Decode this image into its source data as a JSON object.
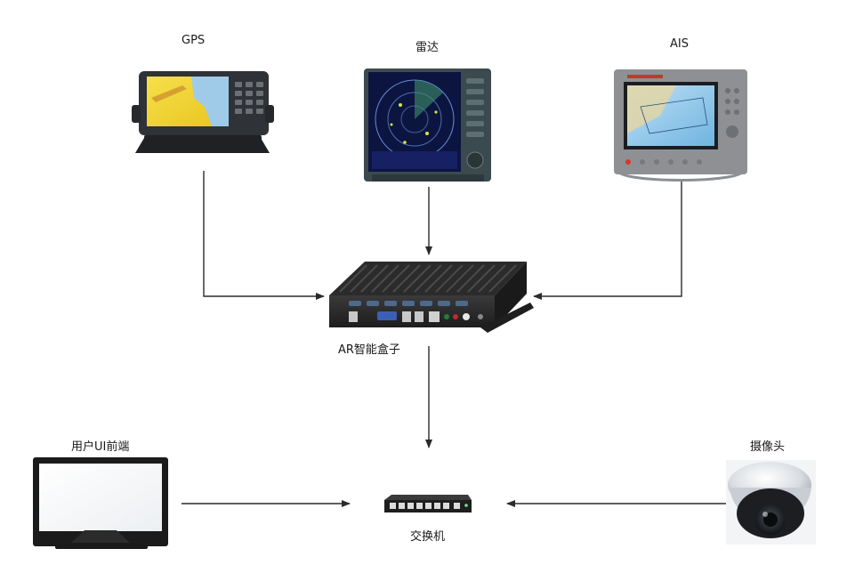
{
  "nodes": {
    "gps": {
      "label": "GPS"
    },
    "radar": {
      "label": "雷达"
    },
    "ais": {
      "label": "AIS"
    },
    "ar_box": {
      "label": "AR智能盒子"
    },
    "switch": {
      "label": "交换机"
    },
    "frontend": {
      "label": "用户UI前端"
    },
    "camera": {
      "label": "摄像头"
    }
  },
  "edges": [
    {
      "from": "gps",
      "to": "ar_box"
    },
    {
      "from": "radar",
      "to": "ar_box"
    },
    {
      "from": "ais",
      "to": "ar_box"
    },
    {
      "from": "ar_box",
      "to": "switch"
    },
    {
      "from": "frontend",
      "to": "switch"
    },
    {
      "from": "camera",
      "to": "switch"
    }
  ]
}
